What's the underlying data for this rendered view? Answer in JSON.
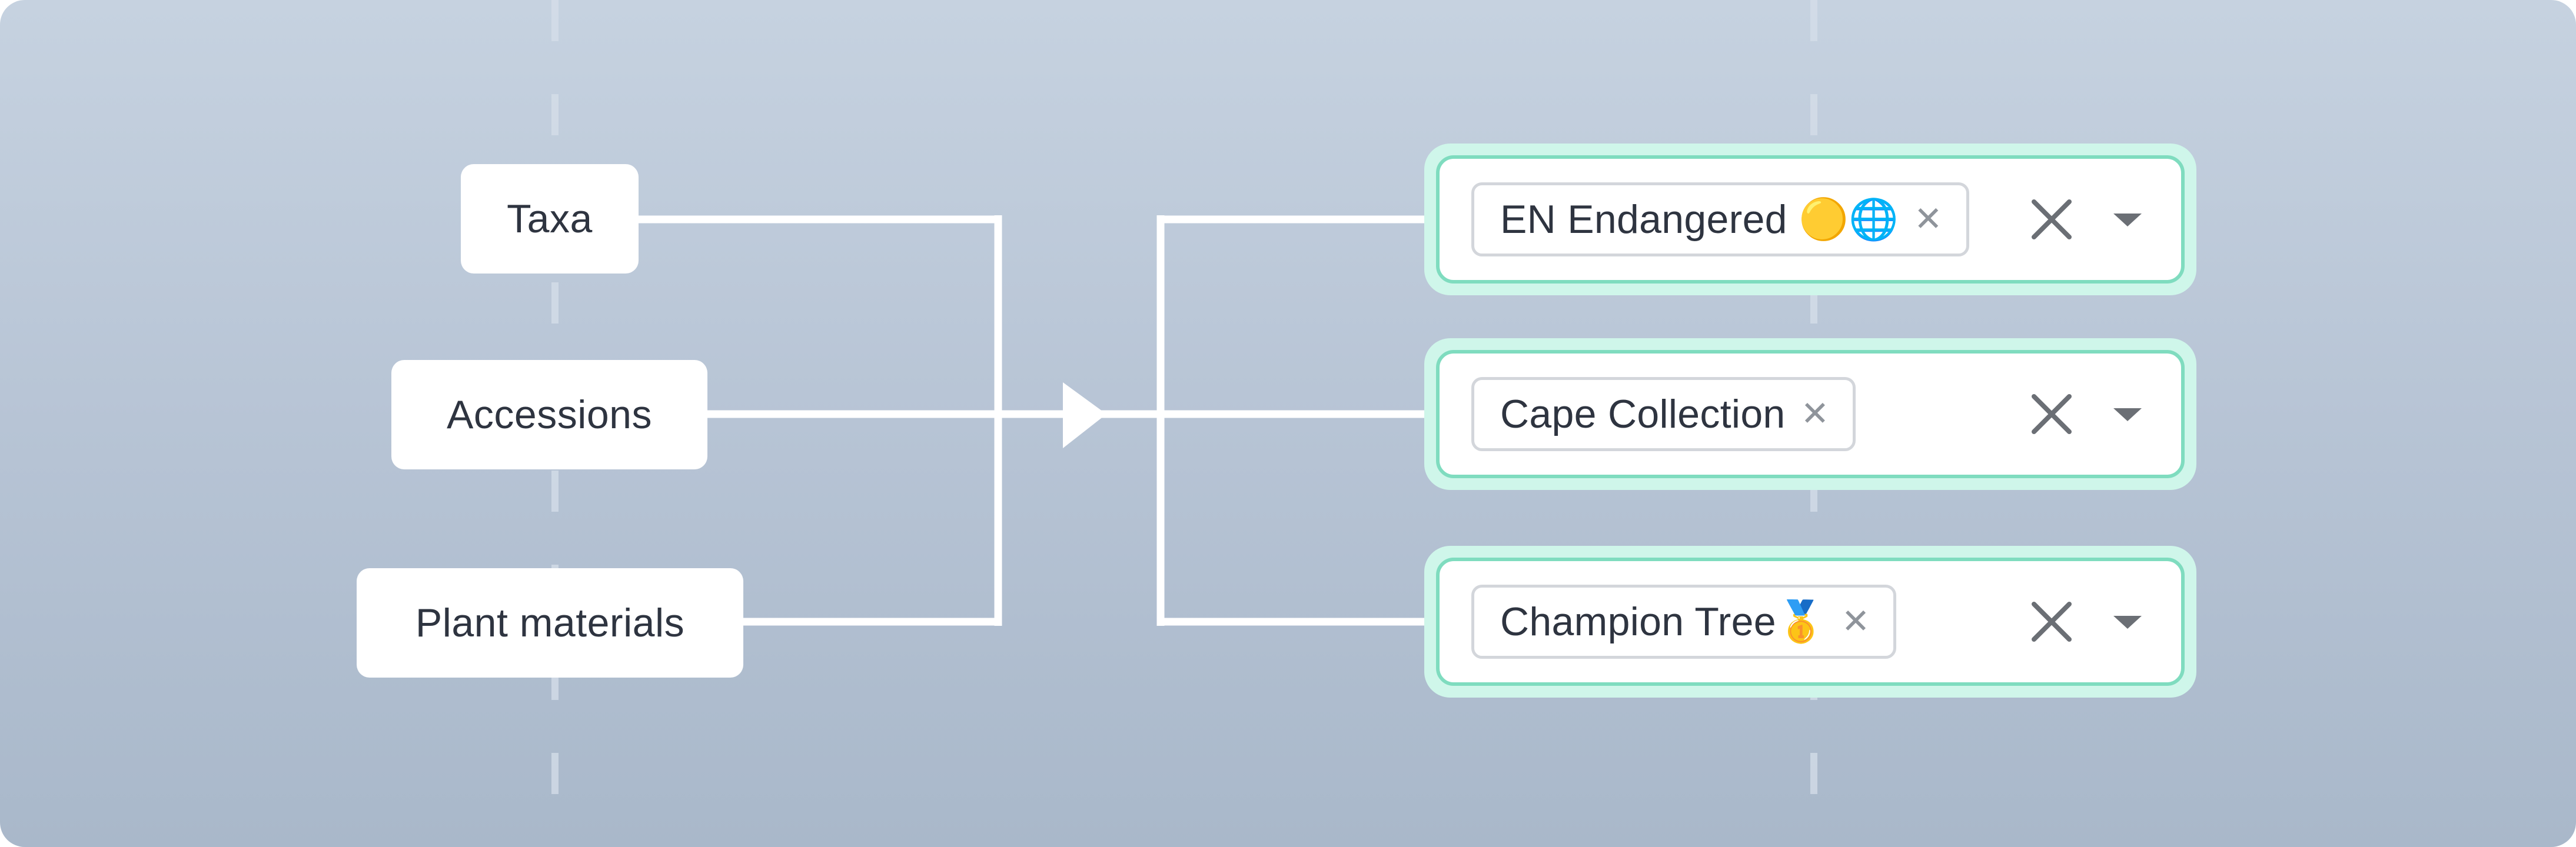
{
  "sources": [
    {
      "label": "Taxa"
    },
    {
      "label": "Accessions"
    },
    {
      "label": "Plant materials"
    }
  ],
  "filters": [
    {
      "chip_label": "EN Endangered 🟡🌐",
      "remove_glyph": "✕"
    },
    {
      "chip_label": "Cape Collection",
      "remove_glyph": "✕"
    },
    {
      "chip_label": "Champion Tree🥇",
      "remove_glyph": "✕"
    }
  ],
  "icons": {
    "chip_remove": "x-icon",
    "clear": "close-icon",
    "dropdown": "caret-down-icon"
  },
  "colors": {
    "background_top": "#c6d2e0",
    "background_bottom": "#a9b8ca",
    "wire": "#ffffff",
    "filter_glow": "#cff6ea",
    "filter_border": "#7fdcbf",
    "text": "#2e3440",
    "icon": "#6b6f75"
  }
}
